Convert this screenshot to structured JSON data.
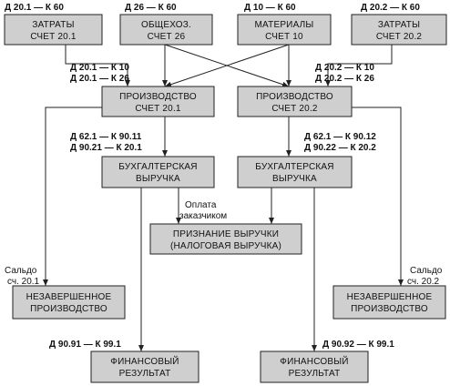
{
  "boxes": {
    "costs_201": [
      "ЗАТРАТЫ",
      "СЧЕТ 20.1"
    ],
    "overhead_26": [
      "ОБЩЕХОЗ.",
      "СЧЕТ 26"
    ],
    "materials_10": [
      "МАТЕРИАЛЫ",
      "СЧЕТ 10"
    ],
    "costs_202": [
      "ЗАТРАТЫ",
      "СЧЕТ 20.2"
    ],
    "production_201": [
      "ПРОИЗВОДСТВО",
      "СЧЕТ 20.1"
    ],
    "production_202": [
      "ПРОИЗВОДСТВО",
      "СЧЕТ 20.2"
    ],
    "revenue_left": [
      "БУХГАЛТЕРСКАЯ",
      "ВЫРУЧКА"
    ],
    "revenue_right": [
      "БУХГАЛТЕРСКАЯ",
      "ВЫРУЧКА"
    ],
    "recognition": [
      "ПРИЗНАНИЕ ВЫРУЧКИ",
      "(НАЛОГОВАЯ ВЫРУЧКА)"
    ],
    "wip_left": [
      "НЕЗАВЕРШЕННОЕ",
      "ПРОИЗВОДСТВО"
    ],
    "wip_right": [
      "НЕЗАВЕРШЕННОЕ",
      "ПРОИЗВОДСТВО"
    ],
    "result_left": [
      "ФИНАНСОВЫЙ",
      "РЕЗУЛЬТАТ"
    ],
    "result_right": [
      "ФИНАНСОВЫЙ",
      "РЕЗУЛЬТАТ"
    ]
  },
  "postings": {
    "top_201": "Д 20.1 — К 60",
    "top_26": "Д 26 — К 60",
    "top_10": "Д 10 — К 60",
    "top_202": "Д 20.2 — К 60",
    "left_in_1": "Д 20.1 — К 10",
    "left_in_2": "Д 20.1 — К 26",
    "right_in_1": "Д 20.2 — К 10",
    "right_in_2": "Д 20.2 — К 26",
    "left_rev_1": "Д 62.1 — К 90.11",
    "left_rev_2": "Д 90.21 — К 20.1",
    "right_rev_1": "Д 62.1 — К 90.12",
    "right_rev_2": "Д 90.22 — К 20.2",
    "left_result": "Д 90.91 — К 99.1",
    "right_result": "Д 90.92 — К 99.1"
  },
  "notes": {
    "payment": [
      "Оплата",
      "заказчиком"
    ],
    "saldo_left": [
      "Сальдо",
      "сч. 20.1"
    ],
    "saldo_right": [
      "Сальдо",
      "сч. 20.2"
    ]
  }
}
